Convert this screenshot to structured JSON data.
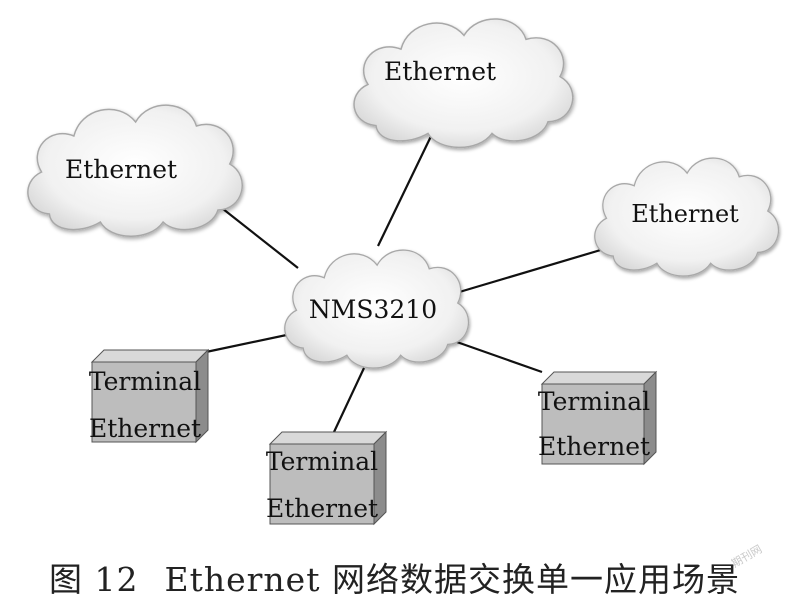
{
  "nodes": {
    "center": "NMS3210",
    "cloud_top": "Ethernet",
    "cloud_left": "Ethernet",
    "cloud_right": "Ethernet",
    "terminal_left": {
      "line1": "Terminal",
      "line2": "Ethernet"
    },
    "terminal_mid": {
      "line1": "Terminal",
      "line2": "Ethernet"
    },
    "terminal_right": {
      "line1": "Terminal",
      "line2": "Ethernet"
    }
  },
  "caption": {
    "number": "图 12",
    "text": "Ethernet 网络数据交换单一应用场景"
  },
  "watermark": "期刊网",
  "colors": {
    "cloud_fill": "#f2f2f2",
    "cloud_stroke": "#9a9a9a",
    "box_front": "#bdbdbd",
    "box_side": "#8c8c8c",
    "box_top": "#d9d9d9",
    "link": "#111111"
  }
}
